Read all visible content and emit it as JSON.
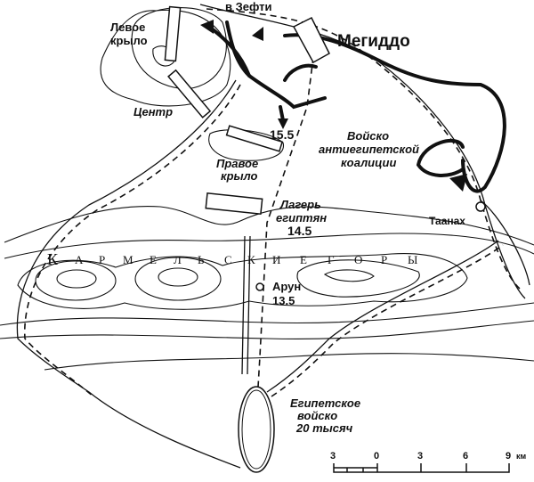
{
  "map": {
    "title": "Мегиддо",
    "labels": {
      "to_zefti": "в Зефти",
      "left_wing": [
        "Левое",
        "крыло"
      ],
      "center": "Центр",
      "right_wing": [
        "Правое",
        "крыло"
      ],
      "right_wing_date": "15.5",
      "coalition": [
        "Войско",
        "антиегипетской",
        "коалиции"
      ],
      "taanach": "Таанах",
      "camp": [
        "Лагерь",
        "египтян",
        "14.5"
      ],
      "mountains": [
        "К",
        "А",
        "Р",
        "М",
        "Е",
        "Л",
        "Ь",
        "С",
        "К",
        "И",
        "Е",
        "Г",
        "О",
        "Р",
        "Ы"
      ],
      "arun": "Арун",
      "arun_date": "13.5",
      "egyptian_army": [
        "Египетское",
        "войско",
        "20 тысяч"
      ]
    },
    "scale": {
      "ticks": [
        "3",
        "0",
        "3",
        "6",
        "9"
      ],
      "unit": "км"
    }
  }
}
